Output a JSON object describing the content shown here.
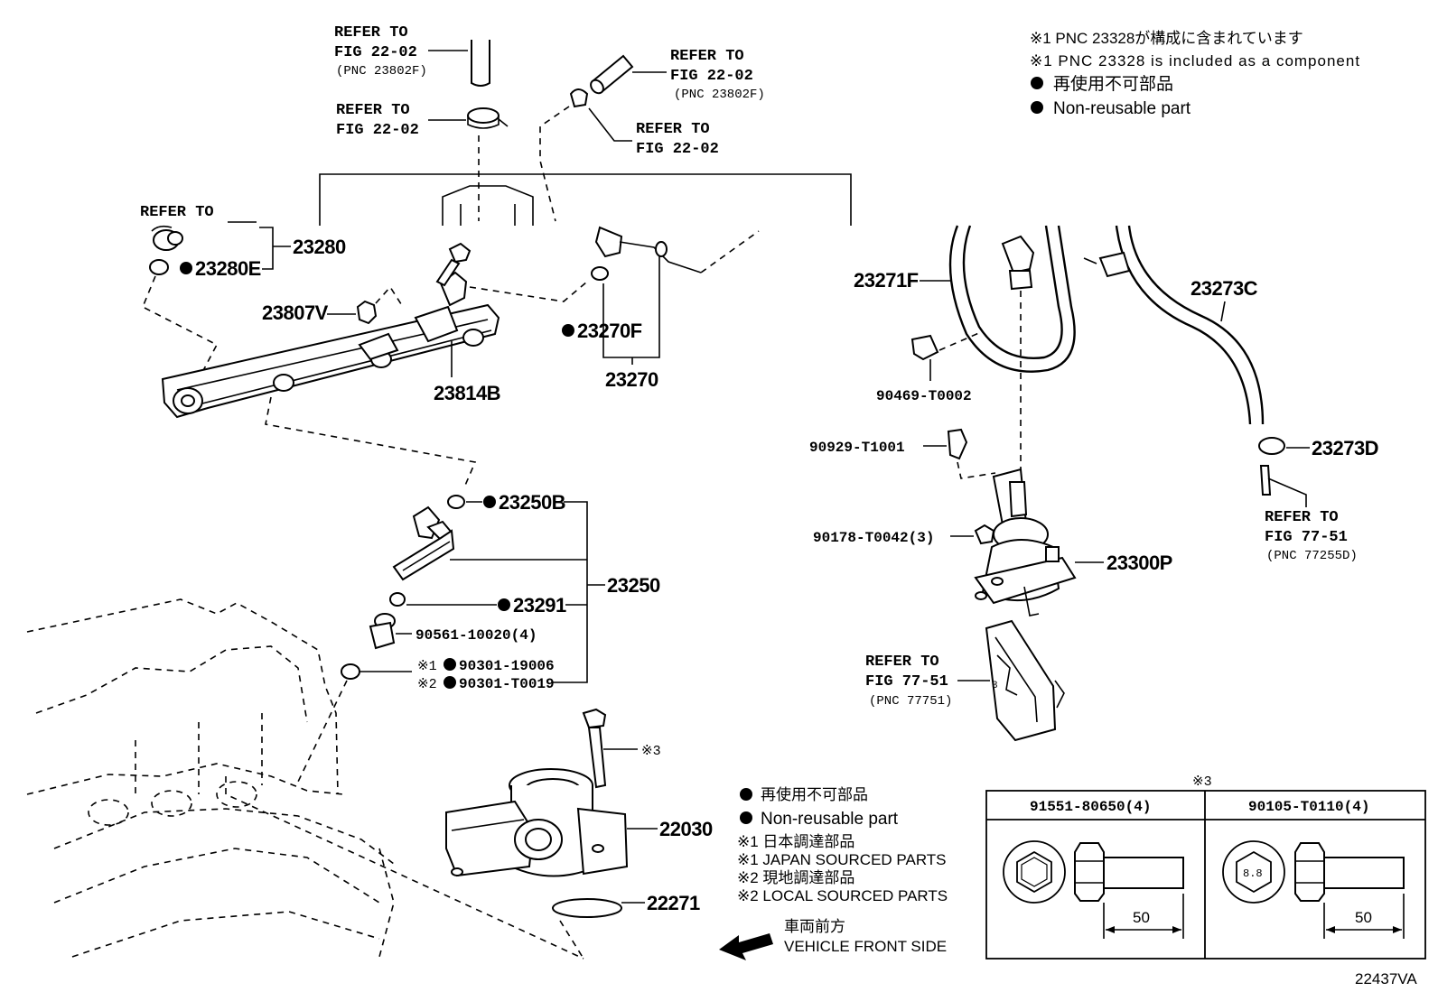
{
  "notes_top": [
    "※1 PNC 23328が構成に含まれています",
    "※1 PNC 23328 is included as a component",
    "再使用不可部品",
    "Non-reusable part"
  ],
  "refer": {
    "refer_to": "REFER TO",
    "fig_22_02": "FIG 22-02",
    "fig_77_51": "FIG 77-51",
    "pnc_23802f": "(PNC 23802F)",
    "pnc_77255d": "(PNC 77255D)",
    "pnc_77751": "(PNC 77751)"
  },
  "parts": {
    "p23280": "23280",
    "p23280e": "23280E",
    "p23807v": "23807V",
    "p23814b": "23814B",
    "p23270f": "23270F",
    "p23270": "23270",
    "p23271f": "23271F",
    "p23273c": "23273C",
    "p23273d": "23273D",
    "p90469": "90469-T0002",
    "p90929": "90929-T1001",
    "p90178": "90178-T0042(3)",
    "p23300p": "23300P",
    "p23250b": "23250B",
    "p23250": "23250",
    "p23291": "23291",
    "p90561": "90561-10020(4)",
    "p90301a": "90301-19006",
    "p90301b": "90301-T0019",
    "p22030": "22030",
    "p22271": "22271",
    "mark1": "※1",
    "mark2": "※2",
    "mark3": "※3"
  },
  "legend": {
    "ja_nonreuse": "再使用不可部品",
    "en_nonreuse": "Non-reusable part",
    "ja_japan": "※1  日本調達部品",
    "en_japan": "※1  JAPAN SOURCED PARTS",
    "ja_local": "※2  現地調達部品",
    "en_local": "※2  LOCAL SOURCED PARTS",
    "front_ja": "車両前方",
    "front_en": "VEHICLE FRONT SIDE"
  },
  "bolt_table": {
    "header_mark": "※3",
    "columns": [
      "91551-80650(4)",
      "90105-T0110(4)"
    ],
    "lengths": [
      "50",
      "50"
    ],
    "grade": "8.8"
  },
  "figure_id": "22437VA"
}
